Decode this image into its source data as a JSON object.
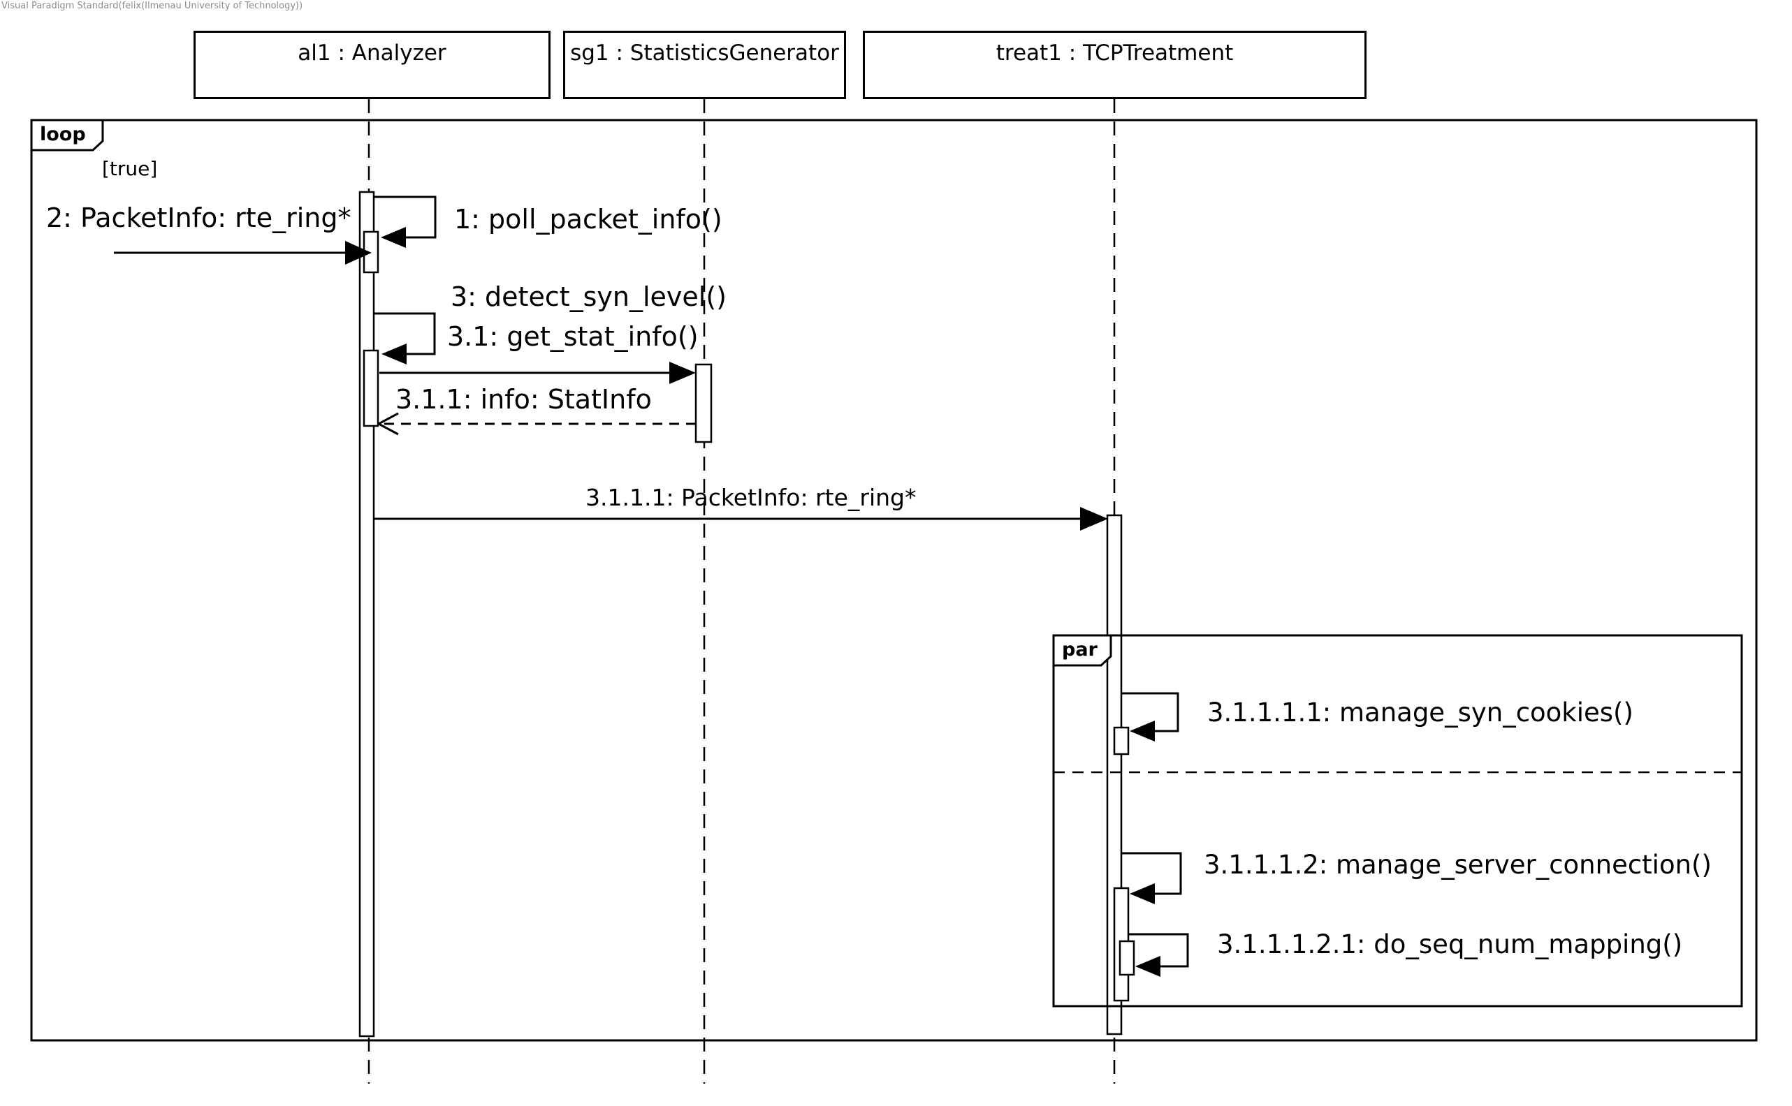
{
  "watermark": "Visual Paradigm Standard(felix(Ilmenau University of Technology))",
  "lifelines": [
    {
      "label": "al1 : Analyzer"
    },
    {
      "label": "sg1 : StatisticsGenerator"
    },
    {
      "label": "treat1 : TCPTreatment"
    }
  ],
  "fragments": {
    "loop": {
      "operator": "loop",
      "guard": "[true]"
    },
    "par": {
      "operator": "par"
    }
  },
  "messages": {
    "m1": "1: poll_packet_info()",
    "m2": "2: PacketInfo: rte_ring*",
    "m3": "3: detect_syn_level()",
    "m3_1": "3.1: get_stat_info()",
    "m3_1_1": "3.1.1: info: StatInfo",
    "m3_1_1_1": "3.1.1.1: PacketInfo: rte_ring*",
    "m3_1_1_1_1": "3.1.1.1.1: manage_syn_cookies()",
    "m3_1_1_1_2": "3.1.1.1.2: manage_server_connection()",
    "m3_1_1_1_2_1": "3.1.1.1.2.1: do_seq_num_mapping()"
  },
  "colors": {
    "line": "#000000",
    "background": "#ffffff",
    "watermark": "#8c8c8c"
  }
}
